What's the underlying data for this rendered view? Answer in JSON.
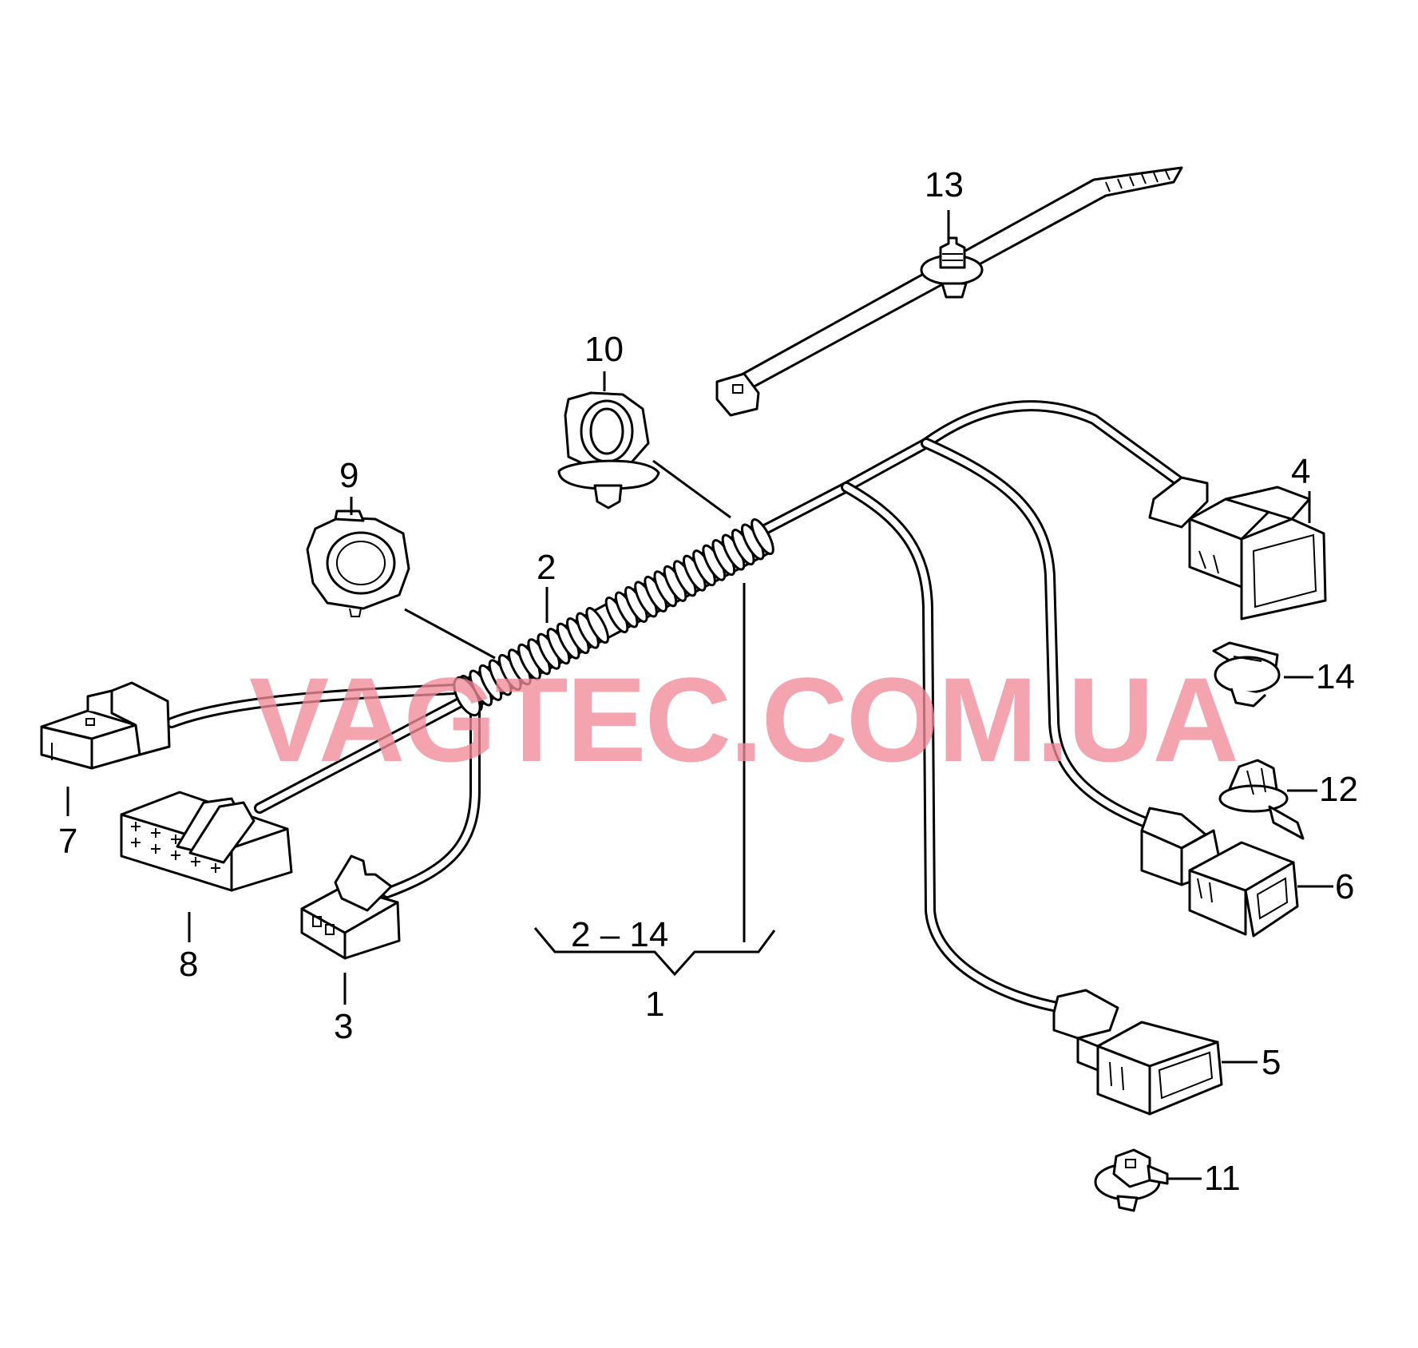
{
  "watermark": "VAGTEC.COM.UA",
  "labels": {
    "l1": "1",
    "l2": "2",
    "l3": "3",
    "l4": "4",
    "l5": "5",
    "l6": "6",
    "l7": "7",
    "l8": "8",
    "l9": "9",
    "l10": "10",
    "l11": "11",
    "l12": "12",
    "l13": "13",
    "l14": "14",
    "range": "2 – 14"
  }
}
